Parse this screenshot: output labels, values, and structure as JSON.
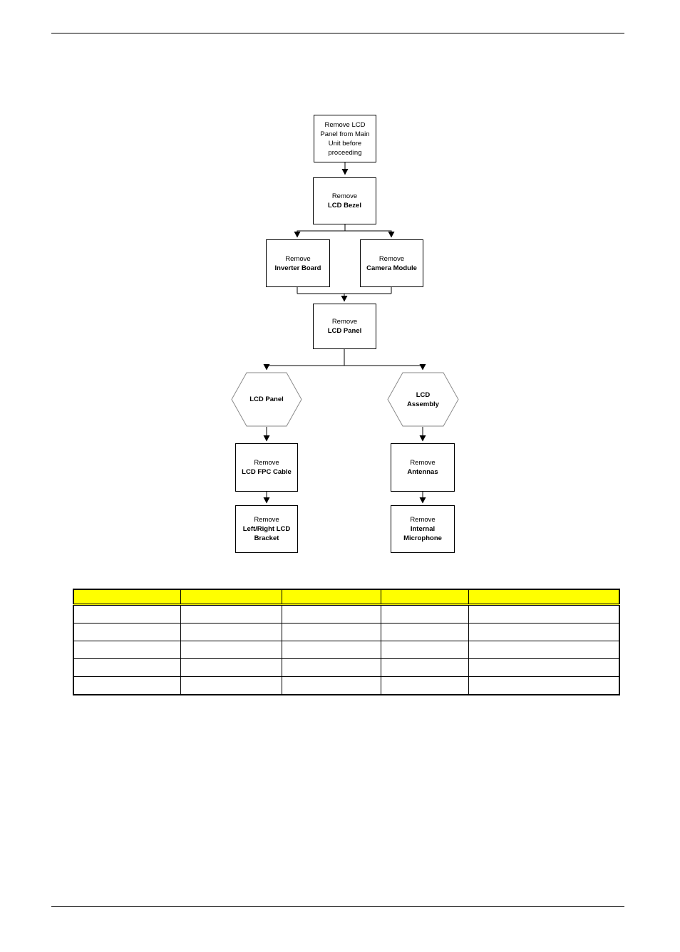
{
  "flowchart": {
    "start_note": "Remove LCD\nPanel from Main\nUnit before\nproceeding",
    "nodes": {
      "lcd_bezel": {
        "action": "Remove",
        "target": "LCD Bezel"
      },
      "inverter_board": {
        "action": "Remove",
        "target": "Inverter Board"
      },
      "camera_module": {
        "action": "Remove",
        "target": "Camera Module"
      },
      "lcd_panel": {
        "action": "Remove",
        "target": "LCD Panel"
      },
      "lcd_fpc_cable": {
        "action": "Remove",
        "target": "LCD FPC Cable"
      },
      "lr_lcd_bracket": {
        "action": "Remove",
        "target": "Left/Right LCD\nBracket"
      },
      "antennas": {
        "action": "Remove",
        "target": "Antennas"
      },
      "internal_mic": {
        "action": "Remove",
        "target": "Internal\nMicrophone"
      }
    },
    "decisions": {
      "lcd_panel": "LCD Panel",
      "lcd_assembly": "LCD\nAssembly"
    },
    "connector_color": "#000000",
    "hexagon_border_color": "#8a8a8a"
  },
  "table": {
    "header_fill": "#FFFF00",
    "columns": [
      "",
      "",
      "",
      "",
      ""
    ],
    "rows": [
      [
        "",
        "",
        "",
        "",
        ""
      ],
      [
        "",
        "",
        "",
        "",
        ""
      ],
      [
        "",
        "",
        "",
        "",
        ""
      ],
      [
        "",
        "",
        "",
        "",
        ""
      ],
      [
        "",
        "",
        "",
        "",
        ""
      ]
    ]
  }
}
